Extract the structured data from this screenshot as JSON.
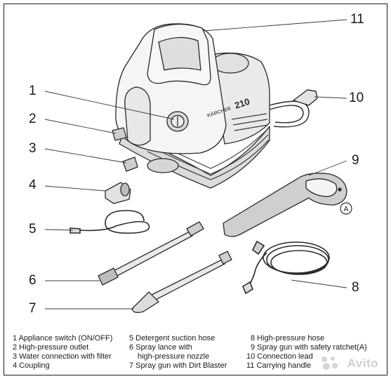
{
  "callouts": [
    "1",
    "2",
    "3",
    "4",
    "5",
    "6",
    "7",
    "8",
    "9",
    "10",
    "11"
  ],
  "machine_badge": "210",
  "machine_brand": "KÄRCHER",
  "ratchet_marker": "A",
  "legend": {
    "col1": [
      "1 Appliance switch (ON/OFF)",
      "2 High-pressure outlet",
      "3 Water connection with filter",
      "4 Coupling"
    ],
    "col2": [
      "5 Detergent suction hose",
      "6 Spray lance with",
      "high-pressure nozzle",
      "7 Spray gun with Dirt Blaster"
    ],
    "col3": [
      "8 High-pressure hose",
      "9 Spray gun with safety ratchet(A)",
      "10 Connection lead",
      "11 Carrying handle"
    ]
  },
  "watermark": "Avito",
  "colors": {
    "line": "#2a2a2a",
    "shade": "#8a8a8a",
    "body": "#f2f2f2"
  }
}
